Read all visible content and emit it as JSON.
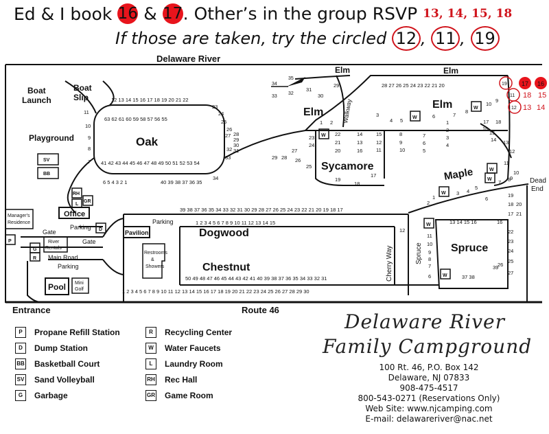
{
  "header": {
    "line1_prefix": "Ed & I book",
    "site_a": "16",
    "amp": "&",
    "site_b": "17",
    "line1_suffix": ". Other’s in the group RSVP",
    "rsvp_sites": "13, 14, 15, 18",
    "line2_prefix": "If those are taken, try the circled",
    "circled": [
      "12",
      "11",
      "19"
    ],
    "sep": ","
  },
  "map": {
    "river": "Delaware River",
    "route": "Route 46",
    "entrance": "Entrance",
    "dead_end": [
      "Dead",
      "End"
    ],
    "places": {
      "boat_launch": [
        "Boat",
        "Launch"
      ],
      "boat_slip": [
        "Boat",
        "Slip"
      ],
      "playground": "Playground",
      "office": "Office",
      "managers": [
        "Manager's",
        "Residence"
      ],
      "gate1": "Gate",
      "gate2": "Gate",
      "parking1": "Parking",
      "parking2": "Parking",
      "parking3": "Parking",
      "river_rentals": [
        "River",
        "Rentals"
      ],
      "main_road": "Main Road",
      "pool": "Pool",
      "mini_golf": [
        "Mini",
        "Golf"
      ],
      "pavilion": "Pavilion",
      "restrooms": [
        "Restrooms",
        "&",
        "Showers"
      ],
      "walkway": "Walkway",
      "cherry_way": "Cherry Way",
      "spruce_v": "Spruce"
    },
    "roads": {
      "oak": "Oak",
      "elm_top1": "Elm",
      "elm_top2": "Elm",
      "elm1": "Elm",
      "elm2": "Elm",
      "sycamore": "Sycamore",
      "maple": "Maple",
      "dogwood": "Dogwood",
      "chestnut": "Chestnut",
      "spruce": "Spruce"
    },
    "markers": {
      "sv": "SV",
      "bb": "BB",
      "rh": "RH",
      "l": "L",
      "gr": "GR",
      "d": "D",
      "p": "P",
      "g": "G",
      "r": "R",
      "w": "W"
    },
    "sites": {
      "oak_top": "12 13 14 15 16 17 18 19 20 21 22",
      "oak_inner_top": "63 62 61 60 59 58 57 56 55",
      "oak_inner_bottom": "41 42 43 44 45 46 47 48 49 50 51 52 53 54",
      "oak_bottom": "40 39 38 37 36 35",
      "oak_bl": "6   5   4   3   2   1",
      "oak_left": [
        "11",
        "10",
        "9",
        "8",
        "7"
      ],
      "oak_right_outer": [
        "23",
        "24",
        "25",
        "26",
        "27",
        "32",
        "33"
      ],
      "oak_right_inner": [
        "28",
        "29",
        "30",
        "31"
      ],
      "oak_br": "34",
      "row39": "39 38 37 36 35 34 33 32 31 30 29 28 27 26 25 24 23 22 21 20 19 18 17",
      "dogwood_row": "1   2   3   4   5   6   7   8   9   10   11   12   13   14   15",
      "chestnut_row": "50 49 48 47 46 45 44 43 42 41 40 39 38 37 36 35 34 33 32 31",
      "bottom_row": "1   2   3   4   5   6   7   8   9   10   11   12   13   14   15   16   17   18   19   20   21   22   23   24   25   26   27   28   29   30",
      "spruce_col": [
        "12",
        "11",
        "10",
        "9",
        "8",
        "7",
        "6"
      ],
      "spruce_row": "13   14   15   16",
      "spruce_right_outer": [
        "19",
        "18",
        "17",
        "16",
        "22",
        "23",
        "24",
        "25"
      ],
      "spruce_right_inner": [
        "20",
        "21"
      ],
      "spruce_bottom": "37   38",
      "spruce_39": "39",
      "spruce_26": "26",
      "spruce_27": "27",
      "elm_row": "28   27   26   25   24   23   22   21   20",
      "elm_19": "19",
      "elm_17": "17",
      "elm_16": "16",
      "elm_11": "11",
      "elm_18": "18",
      "elm_15": "15",
      "elm_12": "12",
      "elm_13": "13",
      "elm_14": "14",
      "elm_9": "9",
      "elm_10": "10",
      "elm_misc": [
        "35",
        "34",
        "33",
        "32",
        "31",
        "30",
        "29",
        "1",
        "2",
        "3",
        "4",
        "5",
        "6",
        "7",
        "8"
      ],
      "syc_cols": [
        "22",
        "21",
        "20",
        "19",
        "14",
        "13",
        "12",
        "11",
        "15",
        "16",
        "17",
        "18",
        "8",
        "7",
        "9",
        "6",
        "10",
        "5"
      ],
      "syc_left": [
        "23",
        "24",
        "25",
        "26",
        "27",
        "28",
        "29"
      ],
      "maple_nums": [
        "1",
        "2",
        "3",
        "4",
        "5",
        "6",
        "7",
        "8",
        "9",
        "10",
        "11",
        "12",
        "13",
        "14",
        "15",
        "16",
        "17",
        "18"
      ],
      "maple_2": [
        "2",
        "3",
        "4",
        "1"
      ]
    }
  },
  "legend": [
    {
      "code": "P",
      "label": "Propane Refill Station"
    },
    {
      "code": "D",
      "label": "Dump Station"
    },
    {
      "code": "BB",
      "label": "Basketball Court"
    },
    {
      "code": "SV",
      "label": "Sand Volleyball"
    },
    {
      "code": "G",
      "label": "Garbage"
    },
    {
      "code": "R",
      "label": "Recycling Center"
    },
    {
      "code": "W",
      "label": "Water Faucets"
    },
    {
      "code": "L",
      "label": "Laundry Room"
    },
    {
      "code": "RH",
      "label": "Rec Hall"
    },
    {
      "code": "GR",
      "label": "Game Room"
    }
  ],
  "brand": {
    "line1": "Delaware River",
    "line2": "Family Campground"
  },
  "address": {
    "street": "100 Rt. 46, P.O. Box 142",
    "city": "Delaware, NJ 07833",
    "phone": "908-475-4517",
    "reservations": "800-543-0271 (Reservations Only)",
    "web": "Web Site: www.njcamping.com",
    "email": "E-mail: delawareriver@nac.net"
  },
  "colors": {
    "highlight_red": "#e8141c",
    "text_red": "#d0141c",
    "ink": "#111111"
  }
}
